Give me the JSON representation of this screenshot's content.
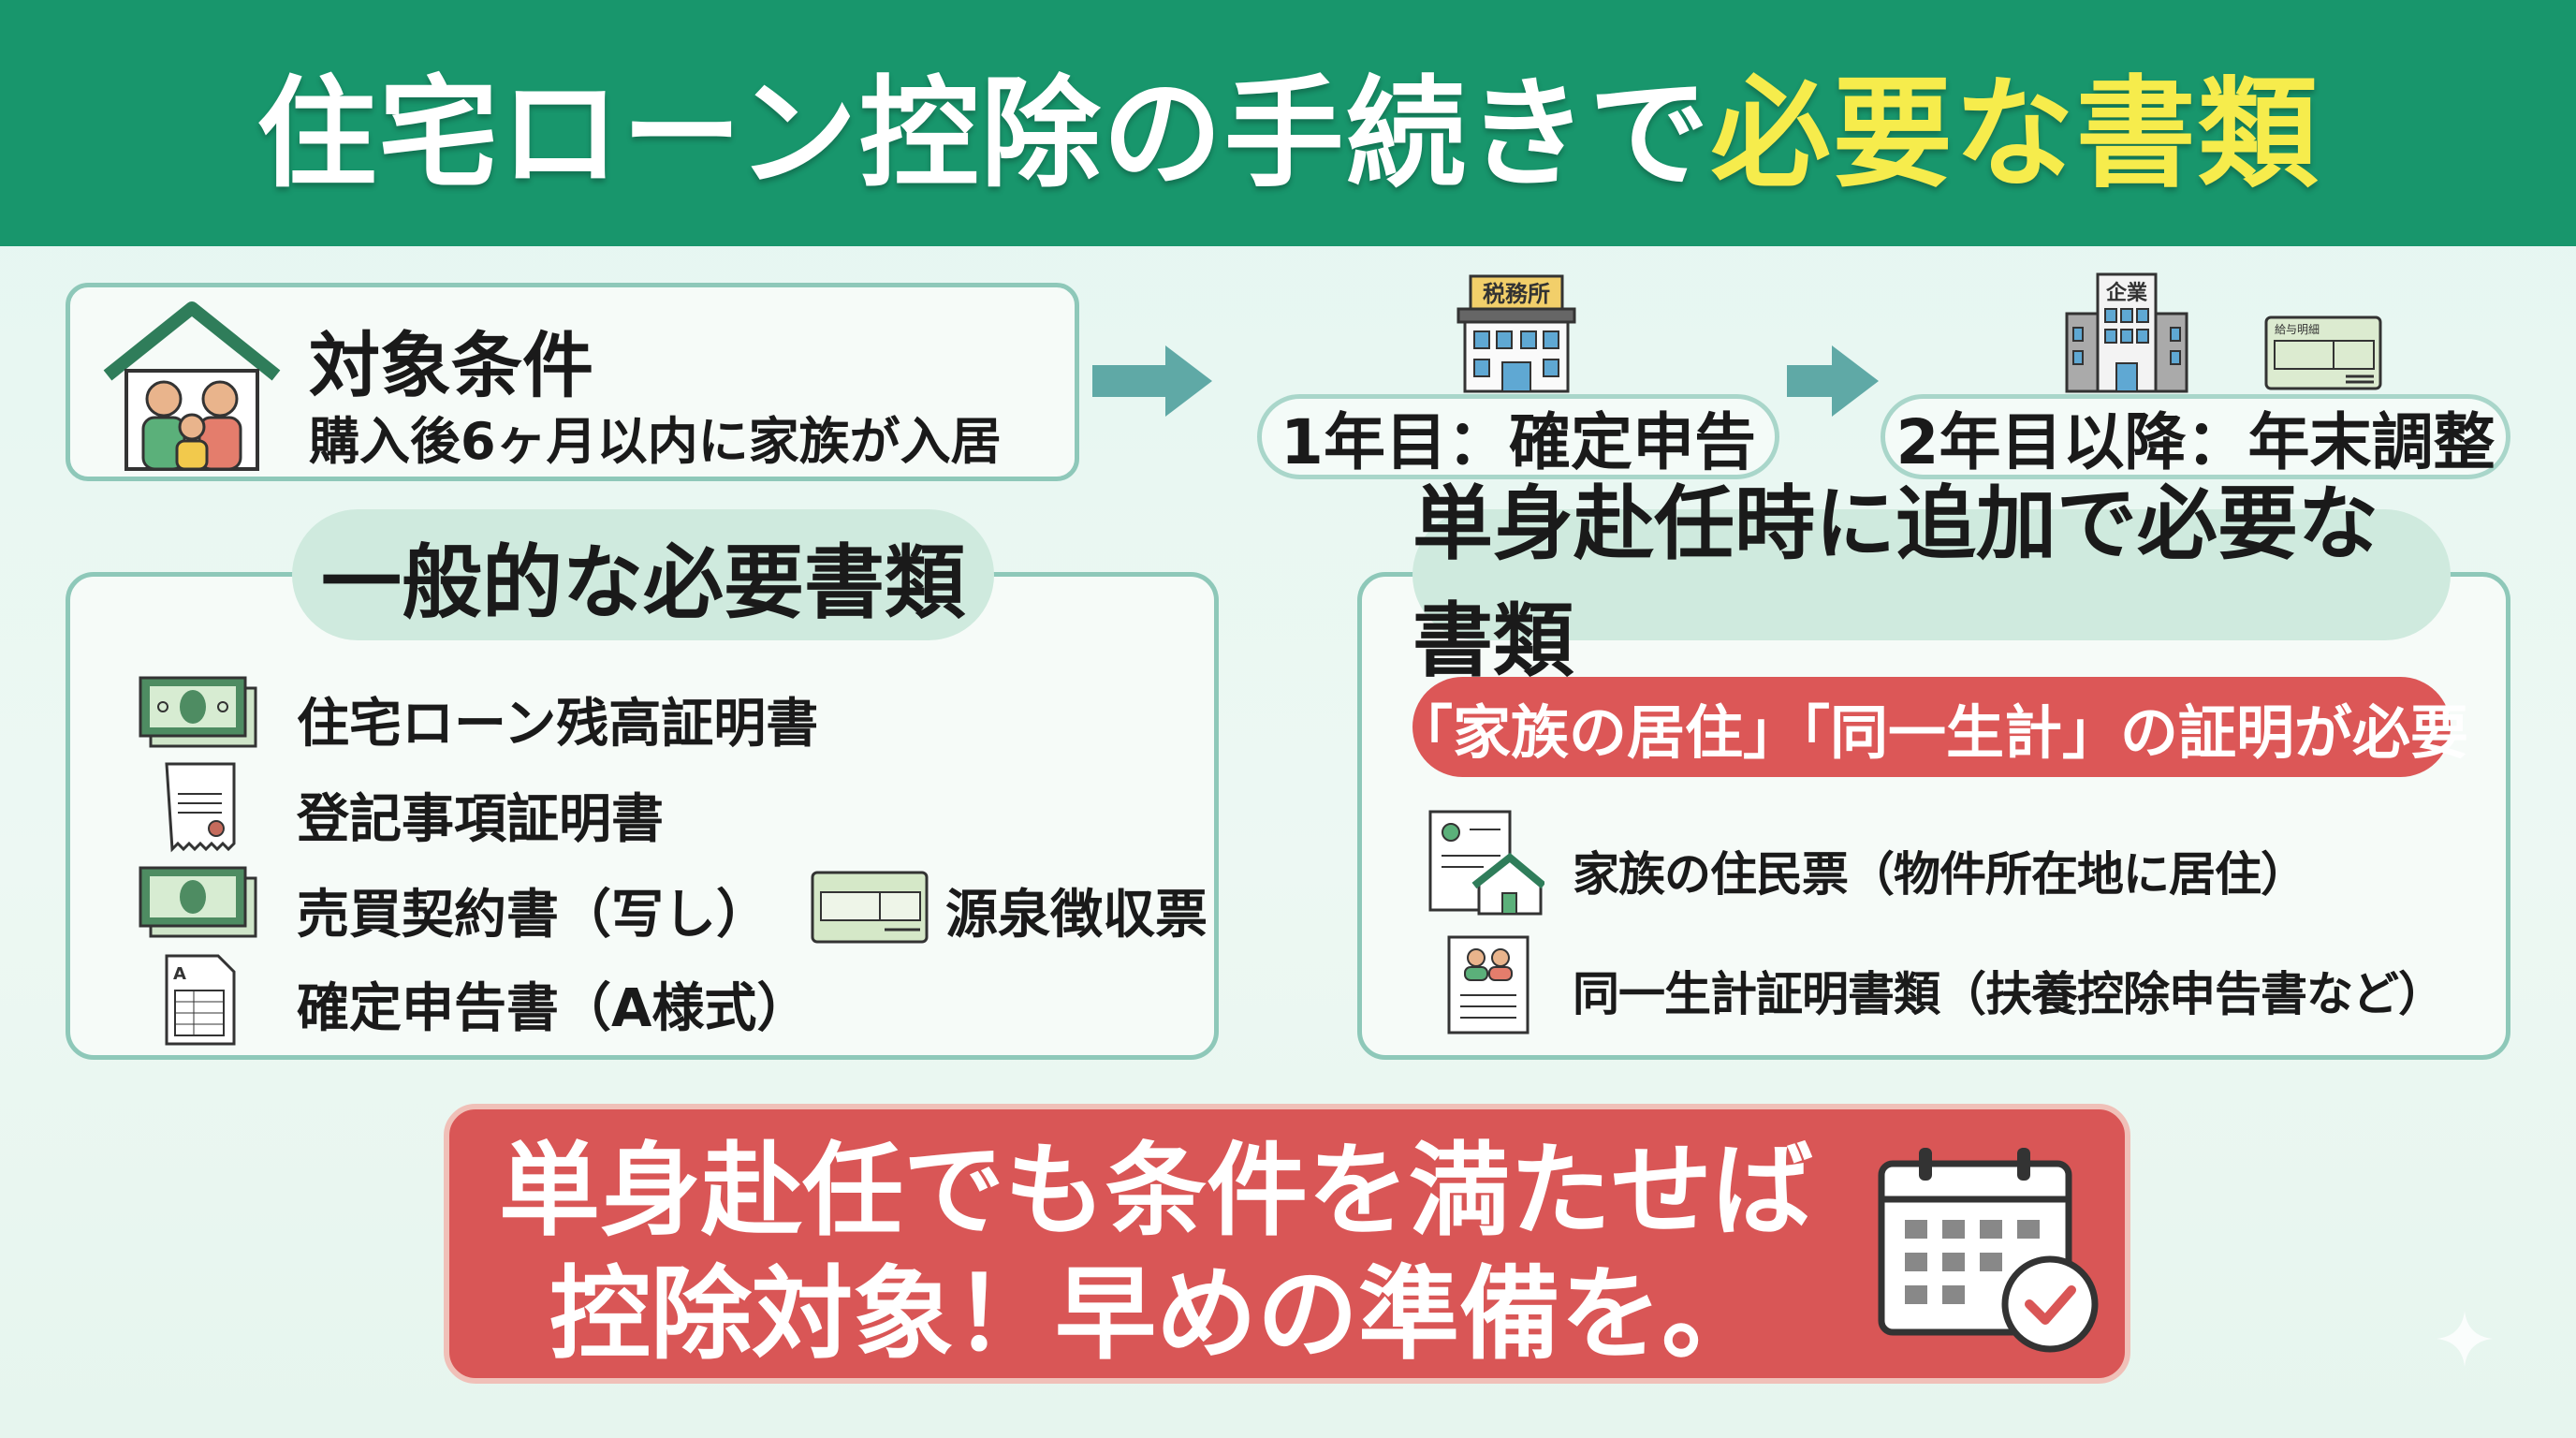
{
  "title": {
    "main": "住宅ローン控除の手続きで",
    "highlight": "必要な書類"
  },
  "condition": {
    "heading": "対象条件",
    "text": "購入後6ヶ月以内に家族が入居"
  },
  "steps": [
    {
      "label": "1年目：確定申告",
      "icon_text": "税務所"
    },
    {
      "label": "2年目以降：年末調整",
      "icon_text": "企業",
      "card_text": "給与明細"
    }
  ],
  "general": {
    "heading": "一般的な必要書類",
    "items": [
      "住宅ローン残高証明書",
      "登記事項証明書",
      "売買契約書（写し）",
      "源泉徴収票",
      "確定申告書（A様式）"
    ]
  },
  "single": {
    "heading": "単身赴任時に追加で必要な書類",
    "alert": "「家族の居住」「同一生計」の証明が必要",
    "items": [
      "家族の住民票（物件所在地に居住）",
      "同一生計証明書類（扶養控除申告書など）"
    ]
  },
  "footer": {
    "line1": "単身赴任でも条件を満たせば",
    "line2": "控除対象！早めの準備を。"
  },
  "colors": {
    "header": "#18966c",
    "highlight": "#f6ec4c",
    "alert": "#dc5757"
  }
}
